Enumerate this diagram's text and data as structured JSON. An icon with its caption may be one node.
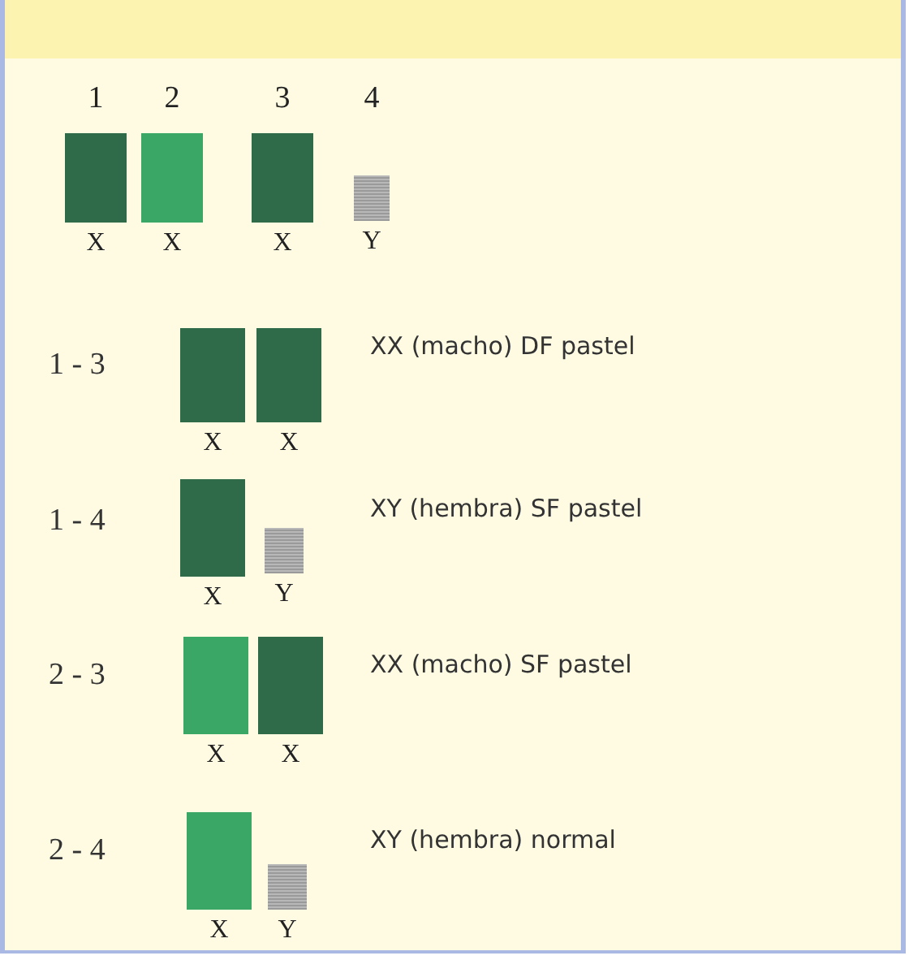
{
  "diagram": {
    "nodes": [
      {
        "text": [
          "X"
        ],
        "beside": [
          "1"
        ]
      },
      {
        "text": [
          "X"
        ],
        "beside": [
          "2"
        ]
      },
      {
        "text": [
          "X"
        ],
        "beside": [
          "3"
        ]
      },
      {
        "text": [
          "Y"
        ],
        "beside": [
          "4"
        ]
      },
      {
        "text": [
          "X"
        ]
      },
      {
        "text": [
          "X"
        ]
      },
      {
        "text": [
          "X"
        ]
      },
      {
        "text": [
          "Y"
        ]
      },
      {
        "text": [
          "X"
        ]
      },
      {
        "text": [
          "X"
        ]
      },
      {
        "text": [
          "X"
        ]
      },
      {
        "text": [
          "Y"
        ]
      }
    ],
    "labels": [
      "1 - 3",
      "XX (macho) DF pastel",
      "1 - 4",
      "XY (hembra) SF pastel",
      "2 - 3",
      "XX (macho) SF pastel",
      "2 - 4",
      "XY (hembra) normal"
    ]
  }
}
